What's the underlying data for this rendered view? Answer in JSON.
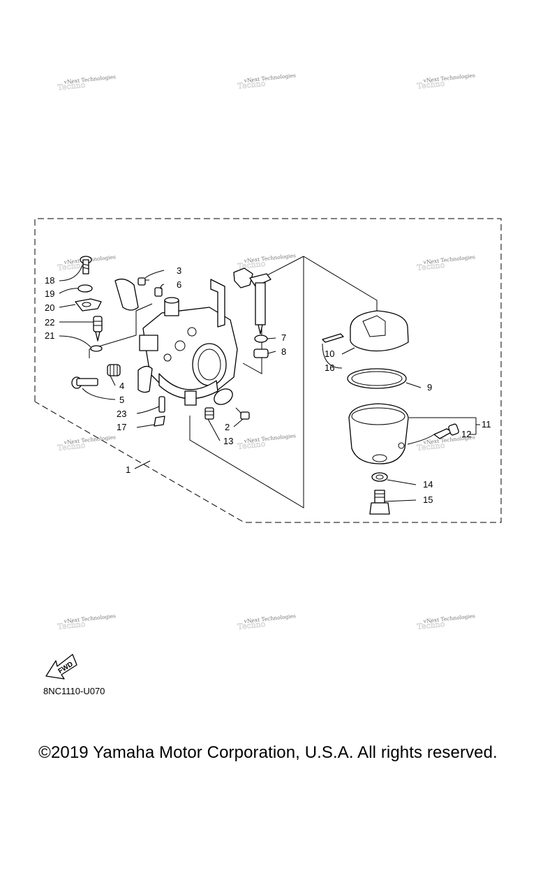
{
  "watermark_text": "vNext Technologies",
  "callouts": [
    "1",
    "2",
    "3",
    "4",
    "5",
    "6",
    "7",
    "8",
    "9",
    "10",
    "11",
    "12",
    "13",
    "14",
    "15",
    "16",
    "17",
    "18",
    "19",
    "20",
    "21",
    "22",
    "23"
  ],
  "fwd_label": "FWD",
  "part_code": "8NC1110-U070",
  "copyright": "©2019 Yamaha Motor Corporation, U.S.A. All rights reserved."
}
